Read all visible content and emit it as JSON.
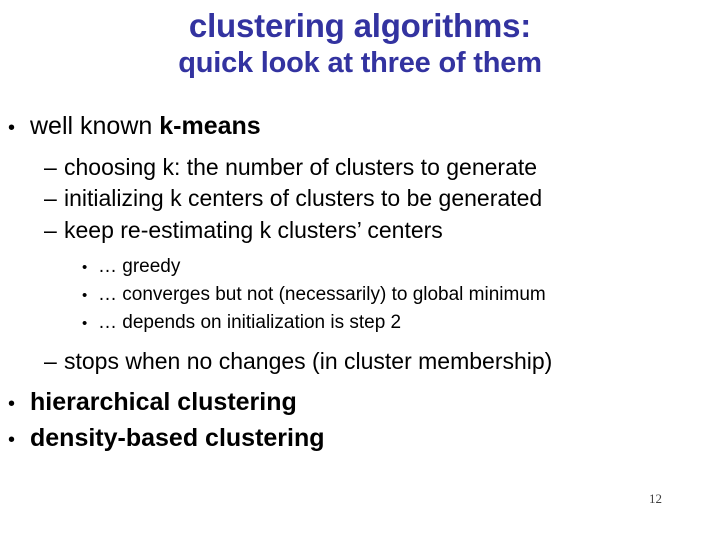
{
  "slide": {
    "background_color": "#ffffff",
    "title_color": "#3333A0",
    "body_color": "#000000",
    "page_number": "12"
  },
  "title": {
    "line1": "clustering algorithms:",
    "line2": "quick look at three of them"
  },
  "outline": {
    "item1": {
      "bullet": "•",
      "text_plain": "well known ",
      "text_strong": "k-means"
    },
    "sub1": {
      "bullet": "–",
      "text": "choosing k: the number of clusters to generate"
    },
    "sub2": {
      "bullet": "–",
      "text": "initializing k centers of clusters to be generated"
    },
    "sub3": {
      "bullet": "–",
      "text": " keep re-estimating k clusters’ centers"
    },
    "sub3a": {
      "bullet": "•",
      "text": "… greedy"
    },
    "sub3b": {
      "bullet": "•",
      "text": "… converges but not (necessarily) to global  minimum"
    },
    "sub3c": {
      "bullet": "•",
      "text": "… depends on initialization is step 2"
    },
    "sub4": {
      "bullet": "–",
      "text": "stops when no changes (in cluster membership)"
    },
    "item2": {
      "bullet": "•",
      "text": "hierarchical clustering"
    },
    "item3": {
      "bullet": "•",
      "text": "density-based clustering"
    }
  }
}
